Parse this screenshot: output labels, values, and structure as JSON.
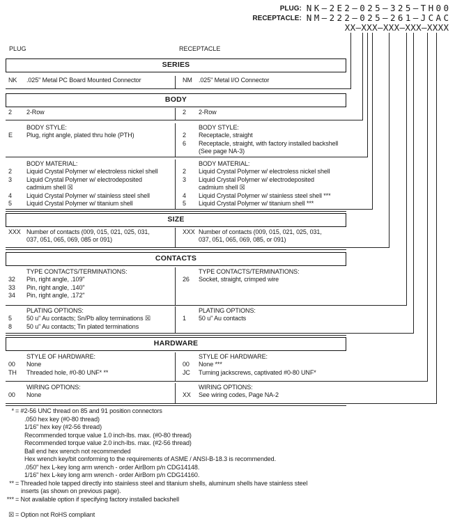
{
  "meta": {
    "background": "#ffffff",
    "ink": "#1a1a1a",
    "line_color": "#222222"
  },
  "header": {
    "plug_label": "PLUG:",
    "plug_value": "NK–2E2–025–325–TH00",
    "receptacle_label": "RECEPTACLE:",
    "receptacle_value": "NM–222–025–261–JCAC",
    "mask_value": "XX–XXX–XXX–XXX–XXXX"
  },
  "columns": {
    "left": "PLUG",
    "right": "RECEPTACLE"
  },
  "sections": {
    "series": {
      "title": "SERIES",
      "left": [
        {
          "code": "NK",
          "lines": [
            ".025\" Metal PC Board Mounted Connector"
          ]
        }
      ],
      "right": [
        {
          "code": "NM",
          "lines": [
            ".025\" Metal I/O Connector"
          ]
        }
      ]
    },
    "body": {
      "title": "BODY",
      "rows": {
        "left": [
          {
            "code": "2",
            "lines": [
              "2-Row"
            ]
          }
        ],
        "right": [
          {
            "code": "2",
            "lines": [
              "2-Row"
            ]
          }
        ]
      },
      "style": {
        "left": [
          {
            "header": "BODY STYLE:"
          },
          {
            "code": "E",
            "lines": [
              "Plug, right angle, plated thru hole (PTH)"
            ]
          }
        ],
        "right": [
          {
            "header": "BODY STYLE:"
          },
          {
            "code": "2",
            "lines": [
              "Receptacle, straight"
            ]
          },
          {
            "code": "6",
            "lines": [
              "Receptacle, straight, with factory installed backshell",
              "(See page NA-3)"
            ]
          }
        ]
      },
      "material": {
        "left": [
          {
            "header": "BODY MATERIAL:"
          },
          {
            "code": "2",
            "lines": [
              "Liquid Crystal Polymer w/ electroless nickel shell"
            ]
          },
          {
            "code": "3",
            "lines": [
              "Liquid Crystal Polymer w/ electrodeposited",
              "cadmium shell  ☒"
            ]
          },
          {
            "code": "4",
            "lines": [
              "Liquid Crystal Polymer w/ stainless steel shell"
            ]
          },
          {
            "code": "5",
            "lines": [
              "Liquid Crystal Polymer w/ titanium shell"
            ]
          }
        ],
        "right": [
          {
            "header": "BODY MATERIAL:"
          },
          {
            "code": "2",
            "lines": [
              "Liquid Crystal Polymer w/ electroless nickel shell"
            ]
          },
          {
            "code": "3",
            "lines": [
              "Liquid Crystal Polymer w/ electrodeposited",
              "cadmium shell  ☒"
            ]
          },
          {
            "code": "4",
            "lines": [
              "Liquid Crystal Polymer w/ stainless steel shell ***"
            ]
          },
          {
            "code": "5",
            "lines": [
              "Liquid Crystal Polymer w/ titanium shell ***"
            ]
          }
        ]
      }
    },
    "size": {
      "title": "SIZE",
      "left": [
        {
          "code": "XXX",
          "lines": [
            "Number of contacts (009, 015, 021, 025, 031,",
            "037, 051, 065, 069, 085 or 091)"
          ]
        }
      ],
      "right": [
        {
          "code": "XXX",
          "lines": [
            "Number of contacts (009, 015, 021, 025, 031,",
            "037, 051, 065, 069, 085, or 091)"
          ]
        }
      ]
    },
    "contacts": {
      "title": "CONTACTS",
      "type": {
        "left": [
          {
            "header": "TYPE CONTACTS/TERMINATIONS:"
          },
          {
            "code": "32",
            "lines": [
              "Pin, right angle, .109\""
            ]
          },
          {
            "code": "33",
            "lines": [
              "Pin, right angle, .140\""
            ]
          },
          {
            "code": "34",
            "lines": [
              "Pin, right angle, .172\""
            ]
          }
        ],
        "right": [
          {
            "header": "TYPE CONTACTS/TERMINATIONS:"
          },
          {
            "code": "26",
            "lines": [
              "Socket, straight, crimped wire"
            ]
          }
        ]
      },
      "plating": {
        "left": [
          {
            "header": "PLATING OPTIONS:"
          },
          {
            "code": "5",
            "lines": [
              "50 u\" Au contacts; Sn/Pb alloy terminations   ☒"
            ]
          },
          {
            "code": "8",
            "lines": [
              "50 u\" Au contacts; Tin plated terminations"
            ]
          }
        ],
        "right": [
          {
            "header": "PLATING OPTIONS:"
          },
          {
            "code": "1",
            "lines": [
              "50 u\" Au contacts"
            ]
          }
        ]
      }
    },
    "hardware": {
      "title": "HARDWARE",
      "style": {
        "left": [
          {
            "header": "STYLE OF HARDWARE:"
          },
          {
            "code": "00",
            "lines": [
              "None"
            ]
          },
          {
            "code": "TH",
            "lines": [
              "Threaded hole, #0-80 UNF*  **"
            ]
          }
        ],
        "right": [
          {
            "header": "STYLE OF HARDWARE:"
          },
          {
            "code": "00",
            "lines": [
              "None ***"
            ]
          },
          {
            "code": "JC",
            "lines": [
              "Turning jackscrews, captivated #0-80 UNF*"
            ]
          }
        ]
      },
      "wiring": {
        "left": [
          {
            "header": "WIRING OPTIONS:"
          },
          {
            "code": "00",
            "lines": [
              "None"
            ]
          }
        ],
        "right": [
          {
            "header": "WIRING OPTIONS:"
          },
          {
            "code": "XX",
            "lines": [
              "See wiring codes, Page NA-2"
            ]
          }
        ]
      }
    }
  },
  "footnotes": [
    {
      "mark": "*",
      "text": "= #2-56 UNC thread on 85 and 91 position connectors"
    },
    {
      "indent": true,
      "text": ".050 hex key (#0-80 thread)"
    },
    {
      "indent": true,
      "text": "1/16\" hex key (#2-56 thread)"
    },
    {
      "indent": true,
      "text": "Recommended torque value 1.0 inch-lbs. max. (#0-80 thread)"
    },
    {
      "indent": true,
      "text": "Recommended torque value 2.0 inch-lbs. max. (#2-56 thread)"
    },
    {
      "indent": true,
      "text": "Ball end hex wrench not recommended"
    },
    {
      "indent": true,
      "text": "Hex wrench key/bit conforming to the requirements of ASME / ANSI-B-18.3 is recommended."
    },
    {
      "indent": true,
      "text": ".050\" hex L-key long arm wrench - order AirBorn p/n CDG14148."
    },
    {
      "indent": true,
      "text": "1/16\" hex L-key long arm wrench - order AirBorn p/n CDG14160."
    },
    {
      "mark": "**",
      "text": "= Threaded hole tapped directly into stainless steel and titanium shells, aluminum shells have stainless steel"
    },
    {
      "cont": true,
      "text": "inserts (as shown on previous page)."
    },
    {
      "mark": "***",
      "text": "= Not available option if specifying factory installed backshell"
    },
    {
      "mark": "☒",
      "text": "= Option not RoHS compliant",
      "gap": true
    }
  ]
}
